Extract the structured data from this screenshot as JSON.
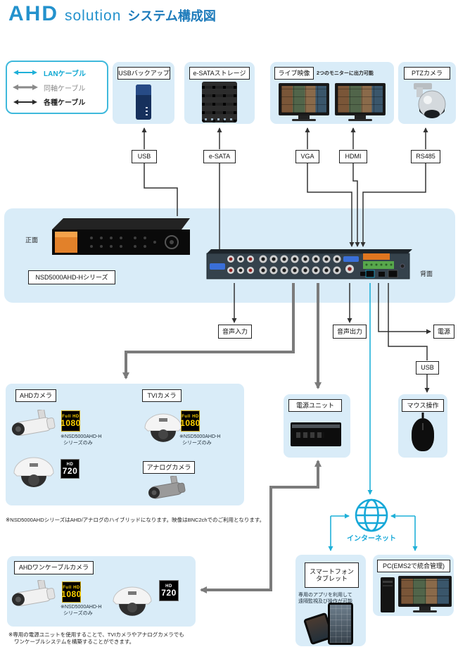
{
  "title": {
    "part1": "AHD",
    "part2": "solution",
    "part3": "システム構成図"
  },
  "legend": {
    "lan": "LANケーブル",
    "coax": "同軸ケーブル",
    "misc": "各種ケーブル"
  },
  "top": {
    "usb_backup": "USBバックアップ",
    "esata_storage": "e-SATAストレージ",
    "live_view": "ライブ映像",
    "live_note": "2つのモニターに出力可能",
    "ptz": "PTZカメラ"
  },
  "ports": {
    "usb": "USB",
    "esata": "e-SATA",
    "vga": "VGA",
    "hdmi": "HDMI",
    "rs485": "RS485",
    "audio_in": "音声入力",
    "audio_out": "音声出力",
    "power": "電源",
    "usb_mouse": "USB"
  },
  "dvr": {
    "front": "正面",
    "rear": "背面",
    "series": "NSD5000AHD-Hシリーズ"
  },
  "cameras": {
    "ahd": "AHDカメラ",
    "tvi": "TVIカメラ",
    "analog": "アナログカメラ",
    "onecable": "AHDワンケーブルカメラ",
    "badge1080_small": "Full HD",
    "badge1080": "1080",
    "badge720_small": "HD",
    "badge720": "720",
    "series_note_line1": "※NSD5000AHD-H",
    "series_note_line2": "シリーズのみ"
  },
  "bottom": {
    "power_unit": "電源ユニット",
    "mouse": "マウス操作",
    "internet": "インターネット",
    "smartphone_line1": "スマートフォン",
    "smartphone_line2": "タブレット",
    "smartphone_note1": "専用のアプリを利用して",
    "smartphone_note2": "遠隔監視及び操作が可能",
    "pc": "PC(EMS2で統合管理)"
  },
  "notes": {
    "hybrid": "※NSD5000AHDシリーズはAHD/アナログのハイブリッドになります。映像はBNC2chでのご利用となります。",
    "onecable_line1": "※専用の電源ユニットを使用することで、TVIカメラやアナログカメラでも",
    "onecable_line2": "ワンケーブルシステムを構築することができます。"
  },
  "colors": {
    "accent_blue": "#2492cd",
    "panel_blue": "#d9ecf8",
    "lan_cyan": "#1fb0d8",
    "coax_gray": "#7b7b7b",
    "line_dark": "#333333",
    "badge_yellow": "#ffd200"
  }
}
